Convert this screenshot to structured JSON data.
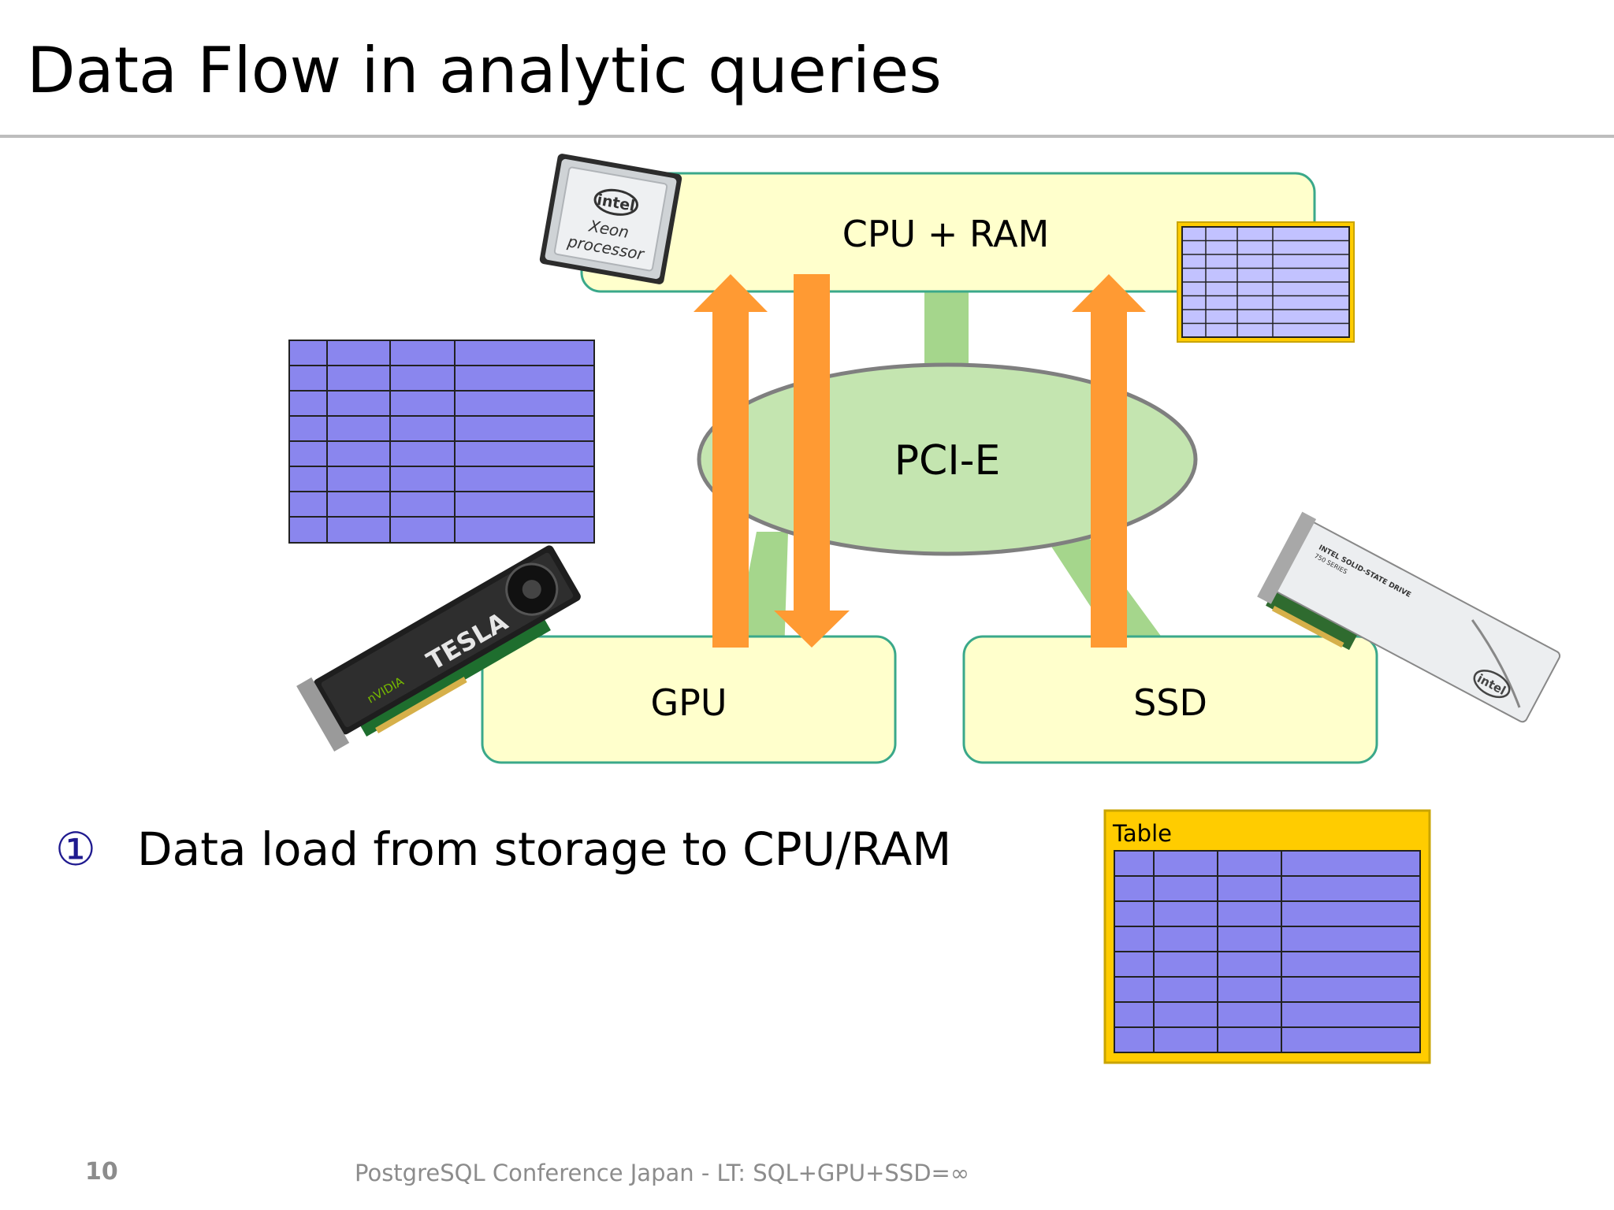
{
  "title": "Data Flow in analytic queries",
  "boxes": {
    "cpu": "CPU + RAM",
    "pci": "PCI-E",
    "gpu": "GPU",
    "ssd": "SSD"
  },
  "cpu_chip": {
    "brand": "intel",
    "line1": "Xeon",
    "line2": "processor"
  },
  "gpu_card": {
    "brand": "nVIDIA",
    "model": "TESLA"
  },
  "ssd_card": {
    "line1": "INTEL SOLID-STATE DRIVE",
    "line2": "750 SERIES",
    "brand": "intel"
  },
  "table_caption": "Table",
  "bullet": {
    "number": "①",
    "text": "Data load from storage to CPU/RAM"
  },
  "footer": {
    "page_number": "10",
    "text": "PostgreSQL Conference Japan - LT: SQL+GPU+SSD=∞"
  },
  "colors": {
    "box_fill": "#ffffcc",
    "box_border": "#3aa88a",
    "pci_fill": "#c4e5b0",
    "pci_border": "#7f7f7f",
    "link": "#a5d68c",
    "arrow": "#ff9a33",
    "table_cell": "#8a86ee",
    "table_frame": "#ffcc00",
    "table_frame_border": "#c9a400",
    "bullet_number": "#1f1a8f"
  }
}
